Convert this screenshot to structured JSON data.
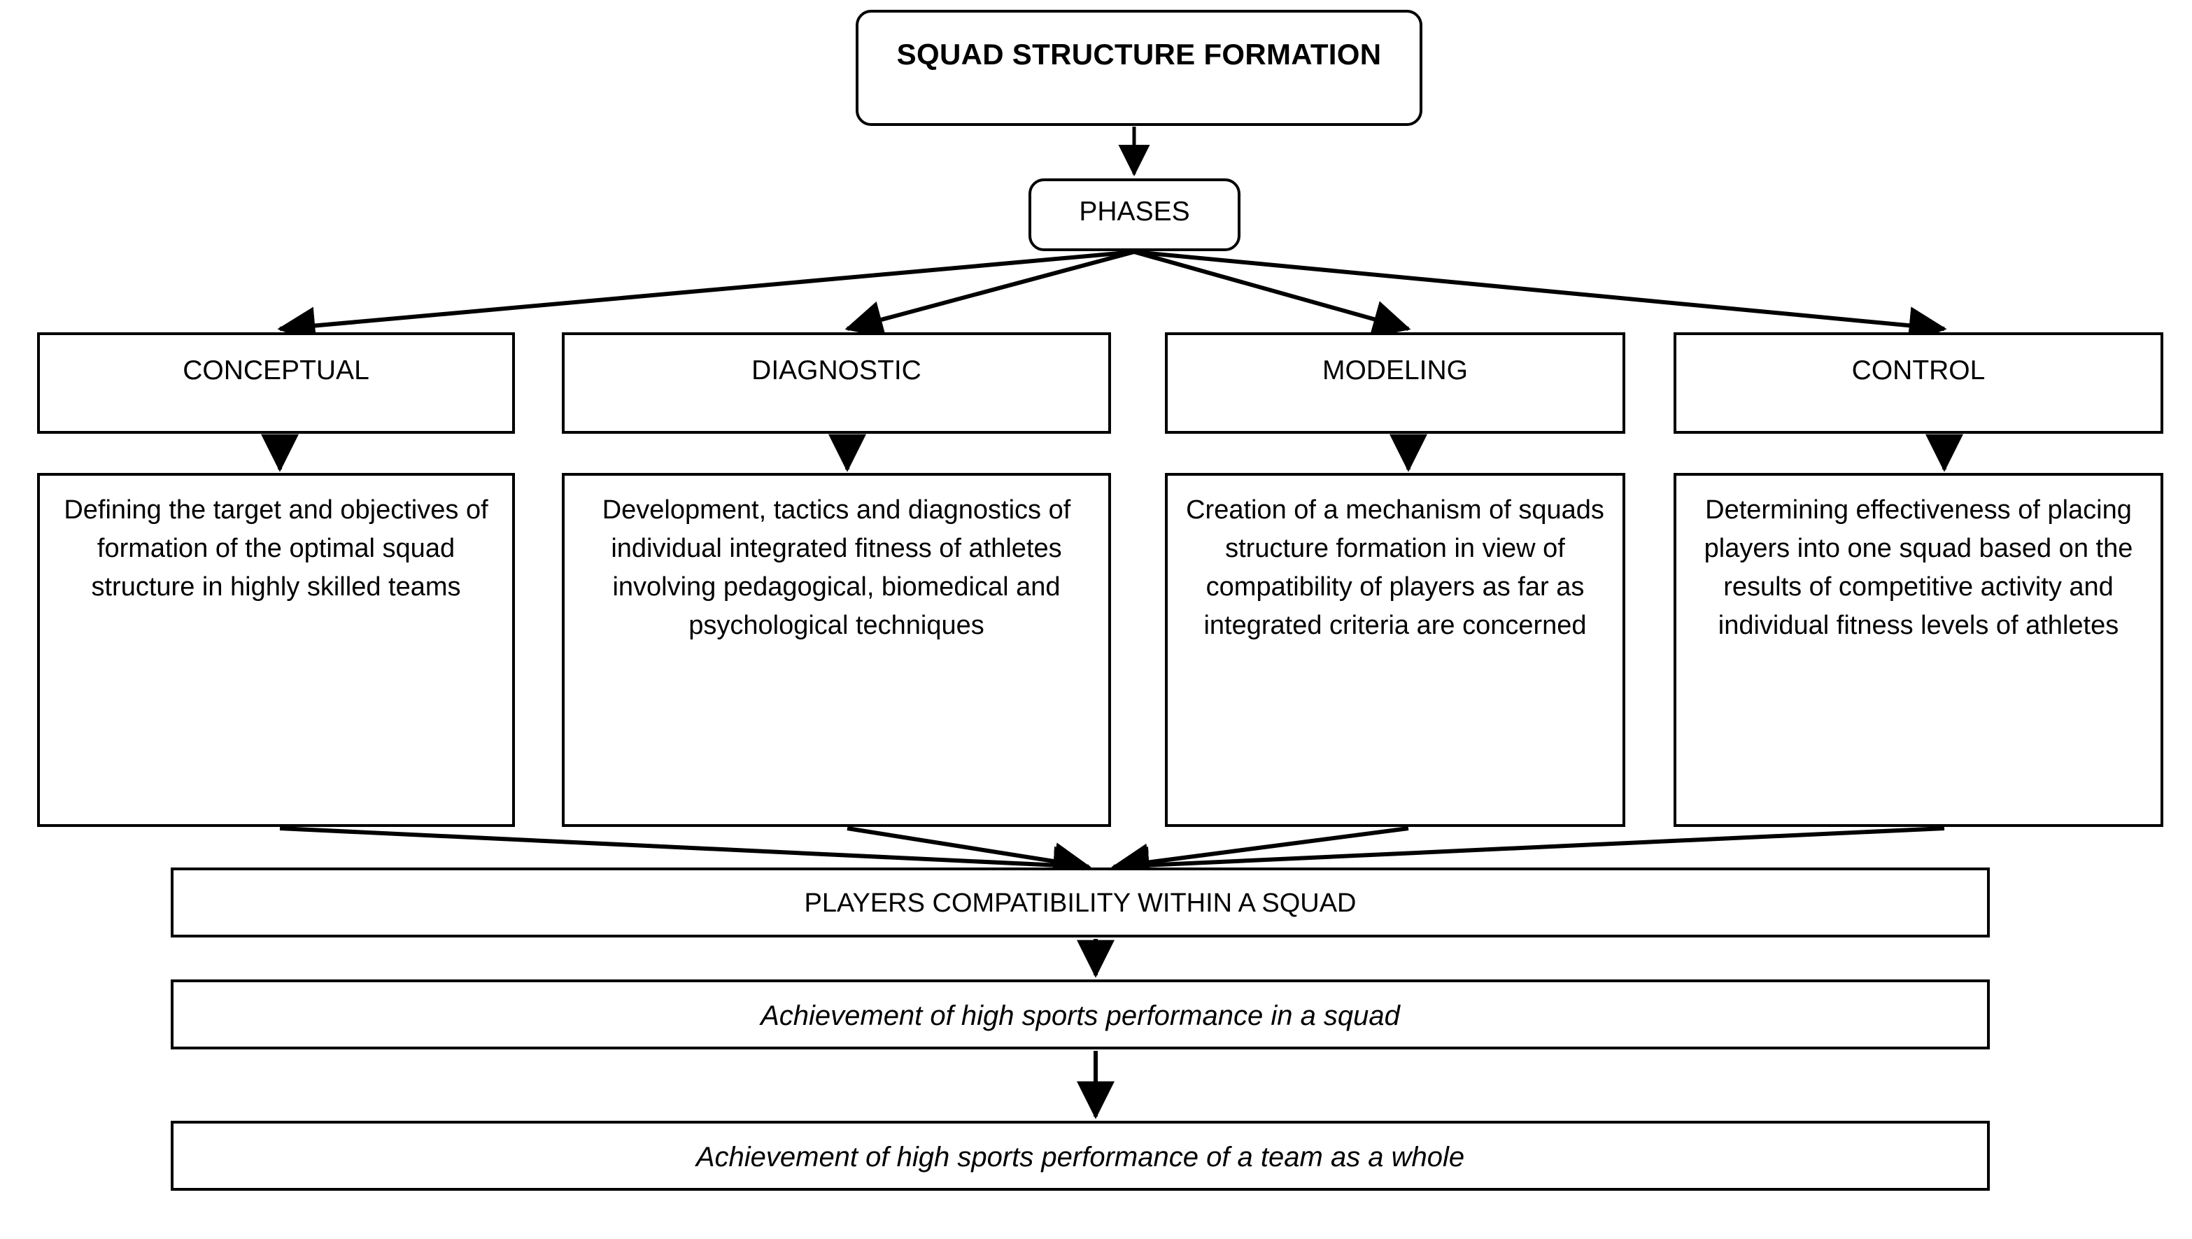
{
  "diagram": {
    "title": "SQUAD STRUCTURE FORMATION",
    "phases_label": "PHASES",
    "phases": [
      {
        "name": "CONCEPTUAL",
        "description": "Defining the target and objectives of formation of the optimal squad structure in highly skilled teams"
      },
      {
        "name": "DIAGNOSTIC",
        "description": "Development, tactics and diagnostics of individual integrated fitness of athletes involving pedagogical, biomedical and psychological techniques"
      },
      {
        "name": "MODELING",
        "description": "Creation of a mechanism of squads structure formation in view of compatibility of players as far as integrated criteria are concerned"
      },
      {
        "name": "CONTROL",
        "description": "Determining effectiveness of placing players into one squad based on the results of competitive activity and individual fitness levels of athletes"
      }
    ],
    "outcomes": [
      "PLAYERS COMPATIBILITY WITHIN A SQUAD",
      "Achievement of high sports performance in a squad",
      "Achievement of high sports performance of a team as a whole"
    ],
    "colors": {
      "stroke": "#000000",
      "fill": "#ffffff",
      "text": "#000000"
    }
  }
}
